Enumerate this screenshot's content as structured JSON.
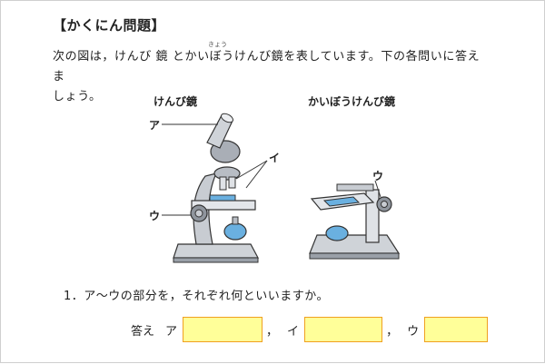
{
  "title": "【かくにん問題】",
  "ruby_text": "きょう",
  "intro_line1": "次の図は，けんび 鏡 とかいぼうけんび鏡を表しています。下の各問いに答えま",
  "intro_line2": "しょう。",
  "figure_left": {
    "label": "けんび鏡",
    "marker_a": "ア",
    "marker_i": "イ",
    "marker_u": "ウ"
  },
  "figure_right": {
    "label": "かいぼうけんび鏡",
    "marker_u": "ウ"
  },
  "question1": "1．ア～ウの部分を，それぞれ何といいますか。",
  "answer": {
    "label": "答え",
    "a_label": "ア",
    "i_label": "イ",
    "u_label": "ウ",
    "separator": "，"
  },
  "colors": {
    "answer_box_fill": "#ffff99",
    "answer_box_border": "#f0a020"
  }
}
